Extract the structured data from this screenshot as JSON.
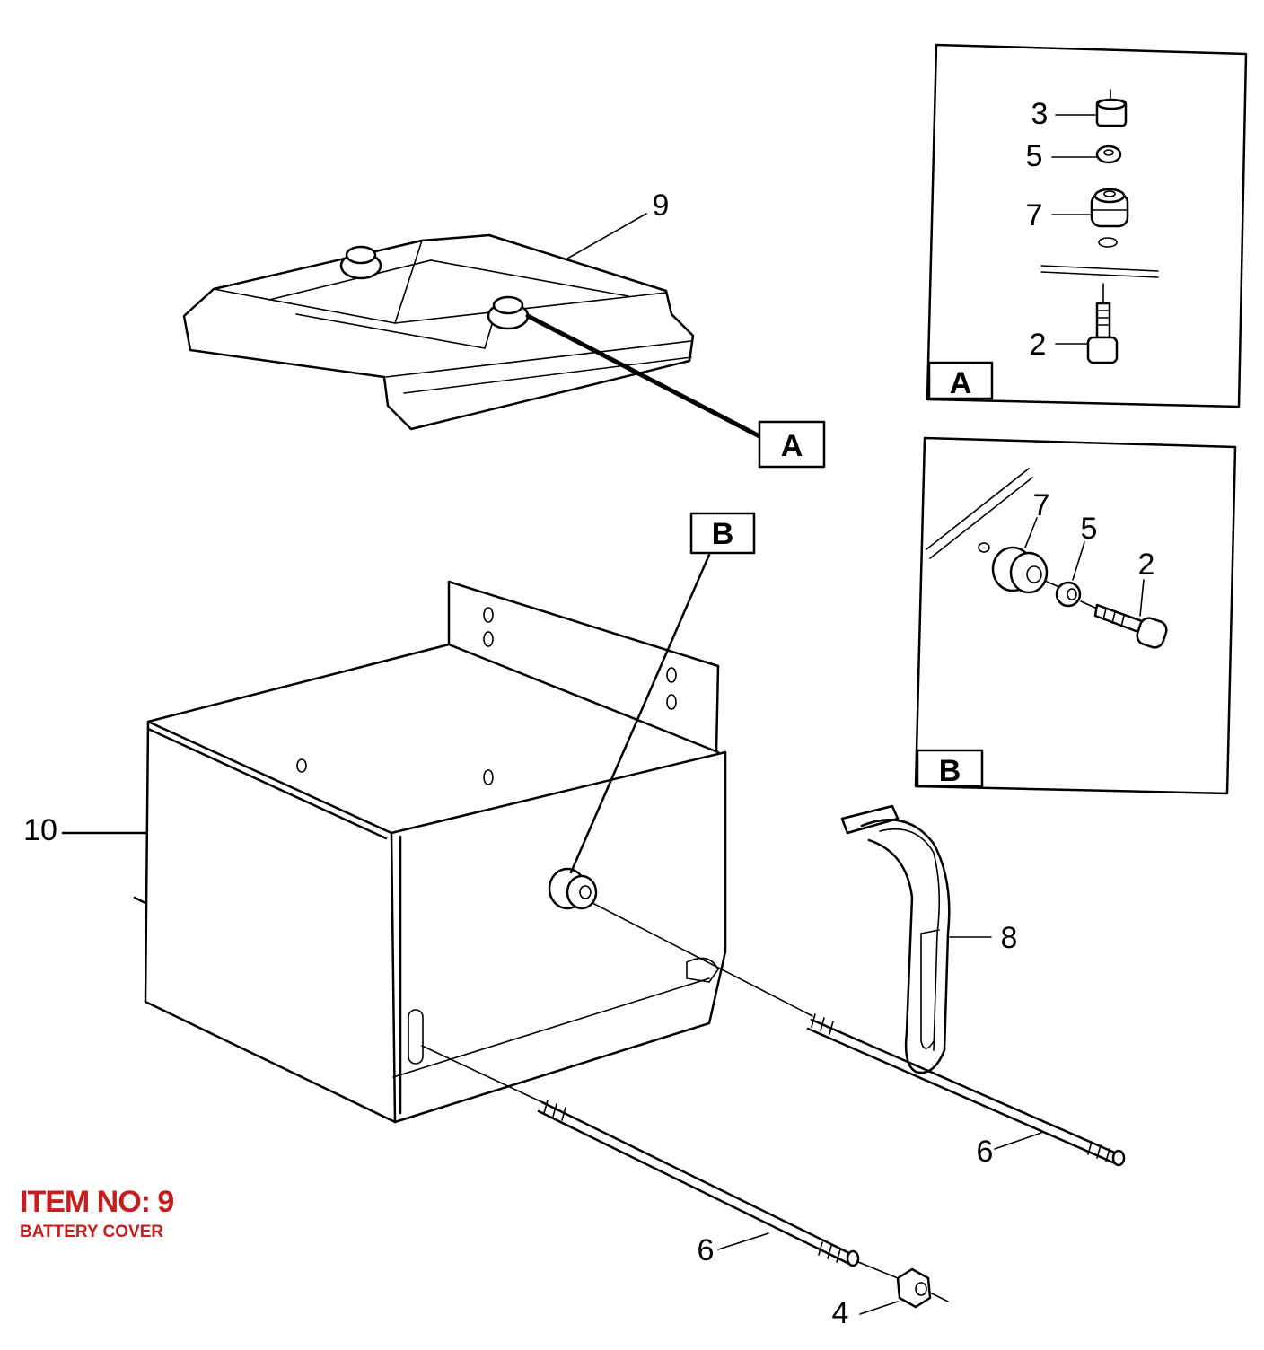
{
  "item": {
    "title": "ITEM NO: 9",
    "subtitle": "BATTERY COVER",
    "color": "#c41e1e"
  },
  "detail_a": {
    "label": "A",
    "callouts": [
      "3",
      "5",
      "7",
      "2"
    ]
  },
  "detail_b": {
    "label": "B",
    "callouts": [
      "7",
      "5",
      "2"
    ]
  },
  "main": {
    "label_a": "A",
    "label_b": "B",
    "callout_cover": "9",
    "callout_box": "10",
    "callout_strap": "8",
    "callout_rod_right": "6",
    "callout_rod_left": "6",
    "callout_nut": "4"
  }
}
